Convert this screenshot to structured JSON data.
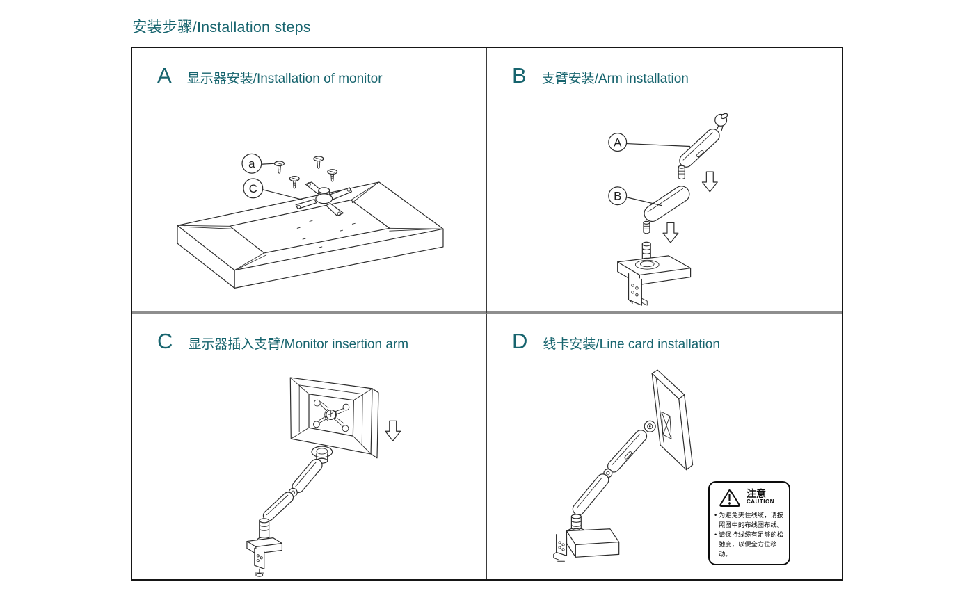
{
  "page": {
    "title": "安装步骤/Installation steps"
  },
  "panels": {
    "a": {
      "letter": "A",
      "title": "显示器安装/Installation of monitor",
      "screw_label": "a",
      "plate_label": "C"
    },
    "b": {
      "letter": "B",
      "title": "支臂安装/Arm installation",
      "upper_arm_label": "A",
      "lower_arm_label": "B"
    },
    "c": {
      "letter": "C",
      "title": "显示器插入支臂/Monitor insertion arm"
    },
    "d": {
      "letter": "D",
      "title": "线卡安装/Line card installation"
    }
  },
  "caution": {
    "title_zh": "注意",
    "title_en": "CAUTION",
    "bullets": [
      "为避免夹住线缆，请按照图中的布线图布线。",
      "请保持线缆有足够的松弛度，以便全方位移动。"
    ]
  },
  "colors": {
    "accent": "#17646e",
    "line_art": "#2b2b2b"
  }
}
